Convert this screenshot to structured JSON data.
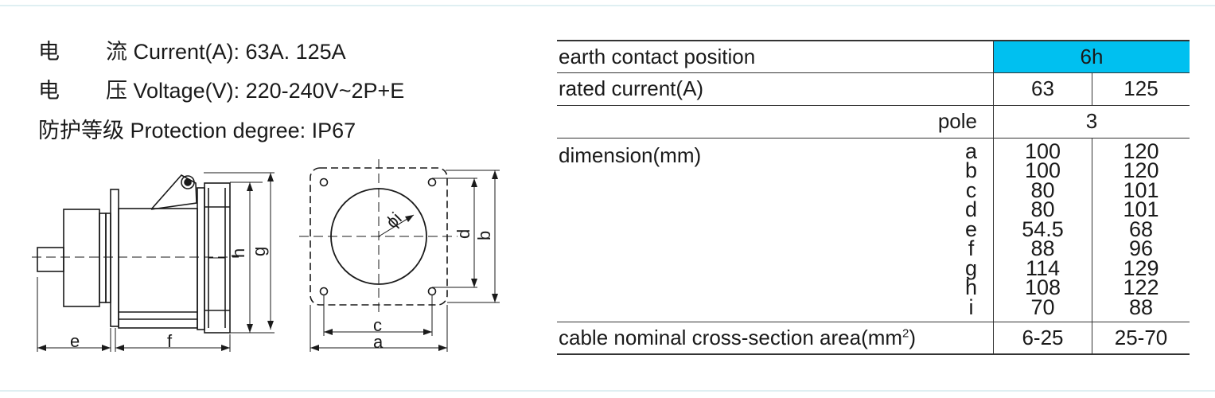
{
  "specs": {
    "current": {
      "cn1": "电",
      "cn2": "流",
      "text": "Current(A): 63A. 125A"
    },
    "voltage": {
      "cn1": "电",
      "cn2": "压",
      "text": "Voltage(V): 220-240V~2P+E"
    },
    "protection": {
      "cn": "防护等级",
      "text": "Protection degree: IP67"
    }
  },
  "drawing": {
    "side_labels": {
      "e": "e",
      "f": "f",
      "g": "g",
      "h": "h"
    },
    "front_labels": {
      "a": "a",
      "b": "b",
      "c": "c",
      "d": "d",
      "phi_i": "ϕi"
    }
  },
  "table": {
    "earth_contact_label": "earth contact position",
    "earth_contact_value": "6h",
    "rated_current_label": "rated current(A)",
    "rated_current": [
      "63",
      "125"
    ],
    "pole_label": "pole",
    "pole_value": "3",
    "dimension_label": "dimension(mm)",
    "dimension_letters": [
      "a",
      "b",
      "c",
      "d",
      "e",
      "f",
      "g",
      "h",
      "i"
    ],
    "dimension_63": [
      "100",
      "100",
      "80",
      "80",
      "54.5",
      "88",
      "114",
      "108",
      "70"
    ],
    "dimension_125": [
      "120",
      "120",
      "101",
      "101",
      "68",
      "96",
      "129",
      "122",
      "88"
    ],
    "cable_label": "cable nominal cross-section area(mm",
    "cable_sup": "2",
    "cable_close": ")",
    "cable_values": [
      "6-25",
      "25-70"
    ]
  },
  "colors": {
    "highlight": "#00c0f0"
  }
}
